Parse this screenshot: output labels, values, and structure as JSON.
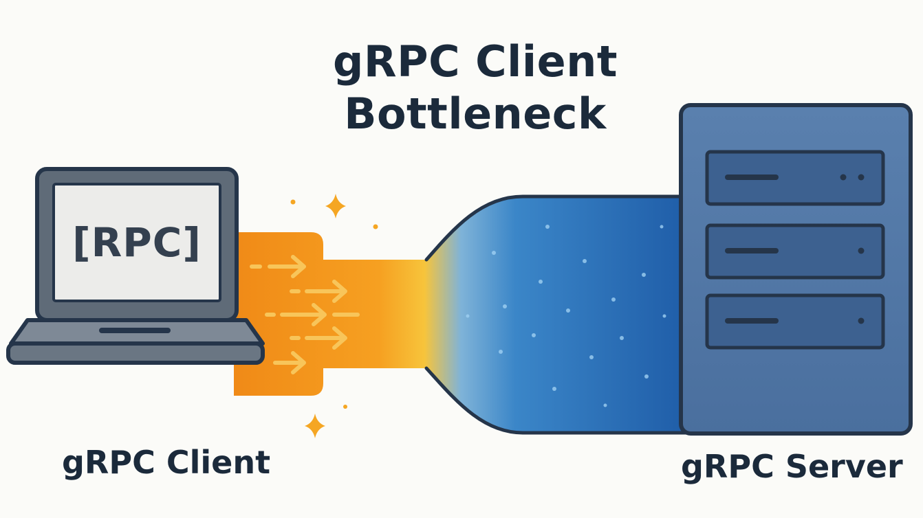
{
  "title": {
    "line1": "gRPC Client",
    "line2": "Bottleneck"
  },
  "client": {
    "screen_text": "[RPC]",
    "caption": "gRPC Client"
  },
  "server": {
    "caption": "gRPC Server"
  },
  "colors": {
    "background": "#fbfbf8",
    "text": "#1b2a3b",
    "outline": "#25354a",
    "laptop_body": "#5f6b78",
    "laptop_screen": "#ececea",
    "flow_orange": "#f39a1e",
    "flow_yellow": "#f7c840",
    "flow_blue": "#2f6fb7",
    "server_body": "#4e76a6",
    "server_slot": "#3d6190"
  },
  "icons": [
    "laptop-icon",
    "server-rack-icon",
    "arrow-icon",
    "sparkle-icon"
  ]
}
